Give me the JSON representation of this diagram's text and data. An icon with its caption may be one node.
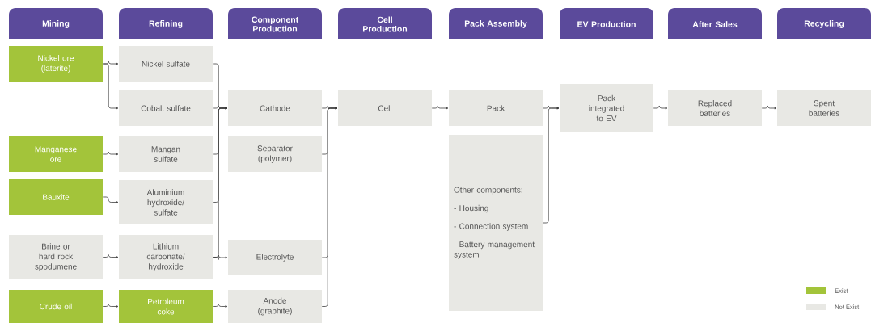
{
  "diagram": {
    "nodes": [
      {
        "text": [
          "Mining"
        ]
      },
      {
        "text": [
          "Refining"
        ]
      },
      {
        "text": [
          "Component Production"
        ]
      },
      {
        "text": [
          "Cell Production"
        ]
      },
      {
        "text": [
          "Pack Assembly"
        ]
      },
      {
        "text": [
          "EV Production"
        ]
      },
      {
        "text": [
          "After Sales"
        ]
      },
      {
        "text": [
          "Recycling"
        ]
      },
      {
        "text": [
          "Nickel ore (laterite)"
        ]
      },
      {
        "text": [
          "Nickel sulfate"
        ]
      },
      {
        "text": [
          "Cobalt sulfate"
        ]
      },
      {
        "text": [
          "Cathode"
        ]
      },
      {
        "text": [
          "Cell"
        ]
      },
      {
        "text": [
          "Pack"
        ]
      },
      {
        "text": [
          "Pack integrated to EV"
        ]
      },
      {
        "text": [
          "Replaced batteries"
        ]
      },
      {
        "text": [
          "Spent batteries"
        ]
      },
      {
        "text": [
          "Manganese ore"
        ]
      },
      {
        "text": [
          "Mangan sulfate"
        ]
      },
      {
        "text": [
          "Separator (polymer)"
        ]
      },
      {
        "text": [
          "Other components:",
          "- Housing",
          "- Connection system",
          "- Battery management system"
        ]
      },
      {
        "text": [
          "Bauxite"
        ]
      },
      {
        "text": [
          "Aluminium hydroxide/ sulfate"
        ]
      },
      {
        "text": [
          "Brine or hard rock spodumene"
        ]
      },
      {
        "text": [
          "Lithium carbonate/ hydroxide"
        ]
      },
      {
        "text": [
          "Electrolyte"
        ]
      },
      {
        "text": [
          "Crude oil"
        ]
      },
      {
        "text": [
          "Petroleum coke"
        ]
      },
      {
        "text": [
          "Anode (graphite)"
        ]
      }
    ],
    "edges": [
      {
        "from": 8,
        "to": 9,
        "arrow": "to"
      },
      {
        "from": 8,
        "to": 10,
        "arrow": "to"
      },
      {
        "from": 17,
        "to": 18,
        "arrow": "to"
      },
      {
        "from": 21,
        "to": 22,
        "arrow": "to"
      },
      {
        "from": 23,
        "to": 24,
        "arrow": "to"
      },
      {
        "from": 26,
        "to": 27,
        "arrow": "to"
      },
      {
        "from": 9,
        "to": 11,
        "arrow": "to"
      },
      {
        "from": 10,
        "to": 11,
        "arrow": "to"
      },
      {
        "from": 18,
        "to": 11,
        "arrow": "to"
      },
      {
        "from": 22,
        "to": 11,
        "arrow": "to"
      },
      {
        "from": 24,
        "to": 11,
        "arrow": "to"
      },
      {
        "from": 24,
        "to": 25,
        "arrow": "to"
      },
      {
        "from": 27,
        "to": 28,
        "arrow": "to"
      },
      {
        "from": 11,
        "to": 12,
        "arrow": "to"
      },
      {
        "from": 19,
        "to": 12,
        "arrow": "to"
      },
      {
        "from": 25,
        "to": 12,
        "arrow": "to"
      },
      {
        "from": 28,
        "to": 12,
        "arrow": "to"
      },
      {
        "from": 12,
        "to": 13,
        "arrow": "to"
      },
      {
        "from": 13,
        "to": 14,
        "arrow": "to"
      },
      {
        "from": 20,
        "to": 14,
        "arrow": "to"
      },
      {
        "from": 14,
        "to": 15,
        "arrow": "to"
      },
      {
        "from": 15,
        "to": 16,
        "arrow": "to"
      }
    ],
    "legend": [
      {
        "text": "Exist",
        "color": "#a3c43a"
      },
      {
        "text": "Not Exist",
        "color": "#e8e8e4"
      }
    ]
  }
}
